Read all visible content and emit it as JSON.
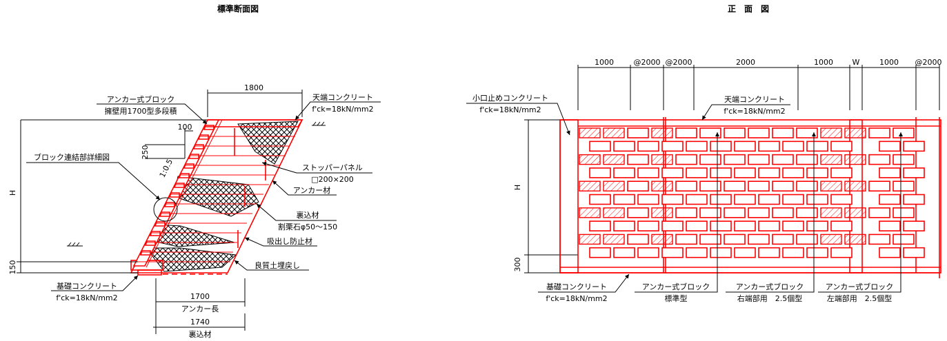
{
  "section": {
    "title": "標準断面図",
    "dims": {
      "width_top": "1800",
      "offset": "100",
      "block_height": "250",
      "slope": "1:0.5",
      "height": "H",
      "base": "150",
      "anchor_length_value": "1700",
      "anchor_length_label": "アンカー長",
      "backfill_value": "1740",
      "backfill_label": "裏込材"
    },
    "labels": {
      "anchor_block_line1": "アンカー式ブロック",
      "anchor_block_line2": "擁壁用1700型多段積",
      "top_concrete_line1": "天端コンクリート",
      "top_concrete_line2": "f'ck=18kN/mm2",
      "detail_ref": "ブロック連結部詳細図",
      "stopper_line1": "ストッパーパネル",
      "stopper_line2": "□200×200",
      "anchor_material": "アンカー材",
      "backfill_line1": "裏込材",
      "backfill_line2": "割栗石φ50～150",
      "suction_prevent": "吸出し防止材",
      "good_soil": "良質土埋戻し",
      "foundation_line1": "基礎コンクリート",
      "foundation_line2": "f'ck=18kN/mm2"
    }
  },
  "front": {
    "title": "正　面　図",
    "dims": [
      "1000",
      "@2000",
      "@2000",
      "2000",
      "1000",
      "W",
      "1000",
      "@2000"
    ],
    "height": "H",
    "base": "300",
    "labels": {
      "small_end_line1": "小口止めコンクリート",
      "small_end_line2": "f'ck=18kN/mm2",
      "top_concrete_line1": "天端コンクリート",
      "top_concrete_line2": "f'ck=18kN/mm2",
      "foundation_line1": "基礎コンクリート",
      "foundation_line2": "f'ck=18kN/mm2",
      "standard_line1": "アンカー式ブロック",
      "standard_line2": "標準型",
      "right_end_line1": "アンカー式ブロック",
      "right_end_line2": "右端部用　2.5個型",
      "left_end_line1": "アンカー式ブロック",
      "left_end_line2": "左端部用　2.5個型"
    }
  },
  "colors": {
    "drawing": "#ff0000",
    "ink": "#000000"
  }
}
